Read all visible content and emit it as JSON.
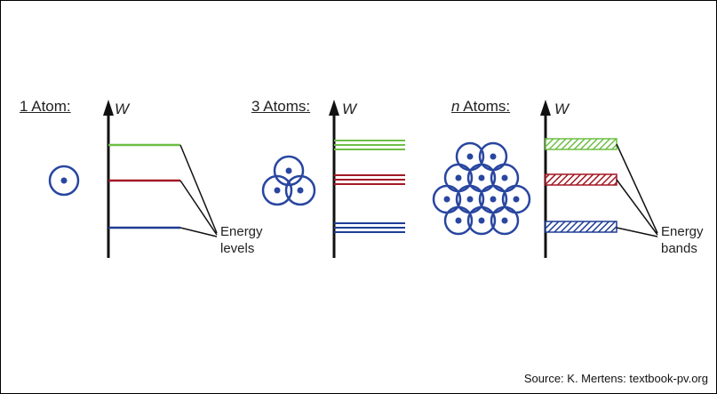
{
  "panels": [
    {
      "title": "1 Atom:",
      "axis": "W"
    },
    {
      "title": "3 Atoms:",
      "axis": "W"
    },
    {
      "title_var": "n",
      "title_rest": " Atoms:",
      "axis": "W"
    }
  ],
  "annotations": {
    "levels_line1": "Energy",
    "levels_line2": "levels",
    "bands_line1": "Energy",
    "bands_line2": "bands"
  },
  "source": "Source: K. Mertens: textbook-pv.org",
  "colors": {
    "green": "#6dbf45",
    "red": "#a31824",
    "blue": "#1f3d96",
    "atom": "#2946a0",
    "axis": "#111111"
  }
}
